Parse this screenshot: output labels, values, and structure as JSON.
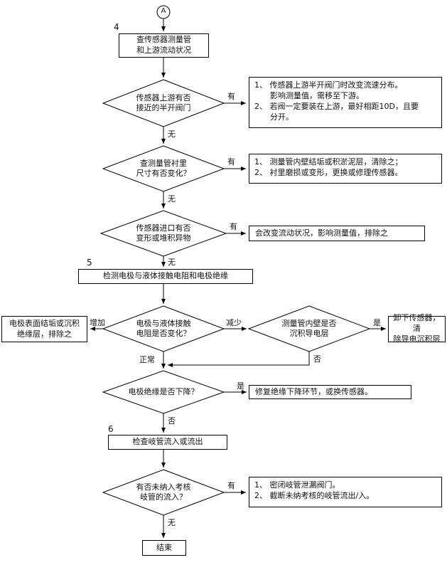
{
  "connector": {
    "a": "A"
  },
  "sections": {
    "s4": "4",
    "s5": "5",
    "s6": "6"
  },
  "branch": {
    "yes": "有",
    "no": "无",
    "inc": "增加",
    "dec": "减少",
    "normal": "正常",
    "shi": "是",
    "fou": "否"
  },
  "nodes": {
    "p4": "查传感器测量管\n和上游流动状况",
    "d1": "传感器上游有否\n接近的半开阀门",
    "r1": "1、 传感器上游半开阀门时改变流速分布。\n　　影响测量值，需移至下游。\n2、 若阀一定要装在上游，最好相距10D，且要\n　　分开。",
    "d2": "查测量管衬里\n尺寸有否变化？",
    "r2": "1、 测量管内壁结垢或积淤泥层，清除之；\n2、 衬里磨损或变形，更换或修理传感器。",
    "d3": "传感器进口有否\n变形或堆积异物",
    "r3": "会改变流动状况，影响测量值，排除之",
    "p5": "检测电极与液体接触电阻和电极绝缘",
    "d4": "电极与液体接触\n电阻是否变化？",
    "l4": "电极表面结垢或沉积\n绝缘层，排除之",
    "d5": "测量管内壁是否\n沉积导电层",
    "r5": "卸下传感器，清\n除导电沉积层",
    "d6": "电极绝缘是否下降？",
    "r6": "修复绝缘下降环节，或换传感器。",
    "p6": "检查岐管流入或流出",
    "d7": "有否未纳入考核\n岐管的流入？",
    "r7": "1、 密闭岐管泄漏阀门。\n2、 截断未纳考核的岐管流出/入。",
    "end": "结束"
  }
}
